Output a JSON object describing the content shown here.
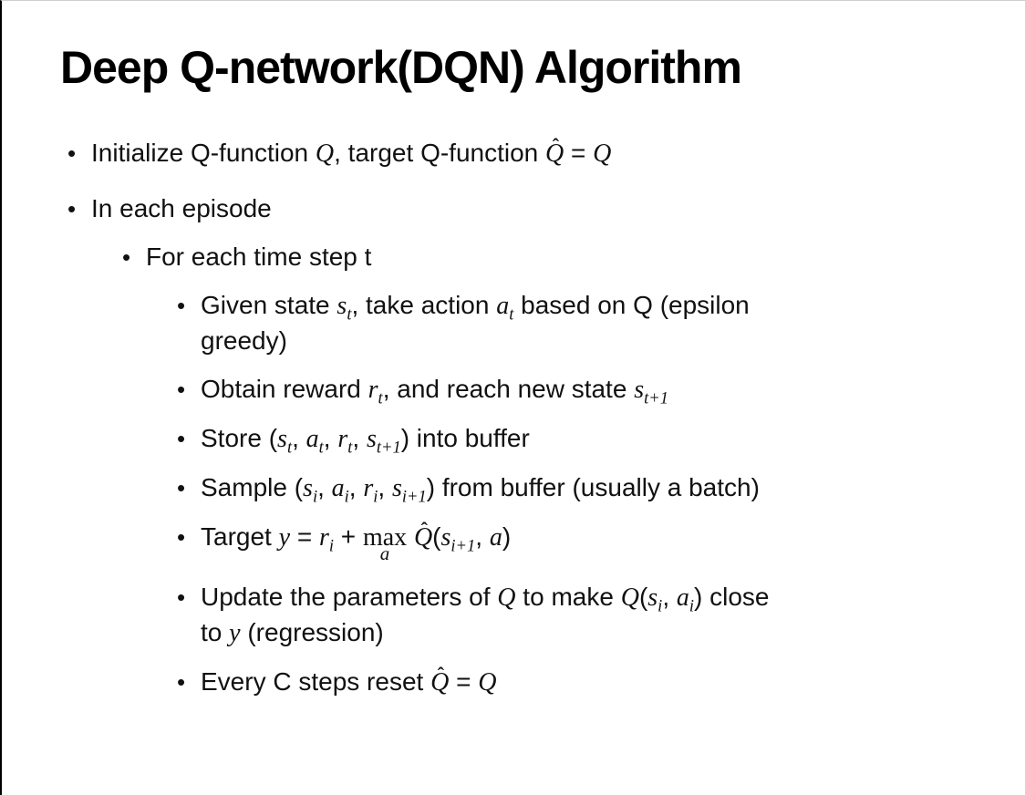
{
  "colors": {
    "background": "#ffffff",
    "text": "#111111",
    "border": "#000000"
  },
  "bullet_glyph": "•",
  "title": "Deep Q-network(DQN) Algorithm",
  "bullets": [
    {
      "level": 1,
      "segments": [
        {
          "type": "t",
          "text": "Initialize Q-function "
        },
        {
          "type": "m",
          "text": "Q"
        },
        {
          "type": "t",
          "text": ", target Q-function "
        },
        {
          "type": "hat",
          "text": "Q"
        },
        {
          "type": "t",
          "text": " = "
        },
        {
          "type": "m",
          "text": "Q"
        }
      ]
    },
    {
      "level": 1,
      "segments": [
        {
          "type": "t",
          "text": "In each episode"
        }
      ]
    },
    {
      "level": 2,
      "segments": [
        {
          "type": "t",
          "text": "For each time step t"
        }
      ]
    },
    {
      "level": 3,
      "segments": [
        {
          "type": "t",
          "text": "Given state "
        },
        {
          "type": "msub",
          "base": "s",
          "sub": "t"
        },
        {
          "type": "t",
          "text": ", take action "
        },
        {
          "type": "msub",
          "base": "a",
          "sub": "t"
        },
        {
          "type": "t",
          "text": " based on Q (epsilon"
        },
        {
          "type": "br"
        },
        {
          "type": "t",
          "text": "greedy)"
        }
      ]
    },
    {
      "level": 3,
      "segments": [
        {
          "type": "t",
          "text": "Obtain reward "
        },
        {
          "type": "msub",
          "base": "r",
          "sub": "t"
        },
        {
          "type": "t",
          "text": ", and reach new state "
        },
        {
          "type": "msub",
          "base": "s",
          "sub": "t+1"
        }
      ]
    },
    {
      "level": 3,
      "segments": [
        {
          "type": "t",
          "text": "Store ("
        },
        {
          "type": "msub",
          "base": "s",
          "sub": "t"
        },
        {
          "type": "t",
          "text": ", "
        },
        {
          "type": "msub",
          "base": "a",
          "sub": "t"
        },
        {
          "type": "t",
          "text": ", "
        },
        {
          "type": "msub",
          "base": "r",
          "sub": "t"
        },
        {
          "type": "t",
          "text": ", "
        },
        {
          "type": "msub",
          "base": "s",
          "sub": "t+1"
        },
        {
          "type": "t",
          "text": ") into buffer"
        }
      ]
    },
    {
      "level": 3,
      "segments": [
        {
          "type": "t",
          "text": "Sample ("
        },
        {
          "type": "msub",
          "base": "s",
          "sub": "i"
        },
        {
          "type": "t",
          "text": ", "
        },
        {
          "type": "msub",
          "base": "a",
          "sub": "i"
        },
        {
          "type": "t",
          "text": ", "
        },
        {
          "type": "msub",
          "base": "r",
          "sub": "i"
        },
        {
          "type": "t",
          "text": ", "
        },
        {
          "type": "msub",
          "base": "s",
          "sub": "i+1"
        },
        {
          "type": "t",
          "text": ") from buffer (usually a batch)"
        }
      ]
    },
    {
      "level": 3,
      "extra_gap": true,
      "segments": [
        {
          "type": "t",
          "text": "Target "
        },
        {
          "type": "m",
          "text": "y"
        },
        {
          "type": "t",
          "text": " = "
        },
        {
          "type": "msub",
          "base": "r",
          "sub": "i"
        },
        {
          "type": "t",
          "text": " + "
        },
        {
          "type": "max",
          "text": "max",
          "under": "a"
        },
        {
          "type": "t",
          "text": " "
        },
        {
          "type": "hat",
          "text": "Q"
        },
        {
          "type": "t",
          "text": "("
        },
        {
          "type": "msub",
          "base": "s",
          "sub": "i+1"
        },
        {
          "type": "t",
          "text": ", "
        },
        {
          "type": "m",
          "text": "a"
        },
        {
          "type": "t",
          "text": ")"
        }
      ]
    },
    {
      "level": 3,
      "segments": [
        {
          "type": "t",
          "text": "Update the parameters of "
        },
        {
          "type": "m",
          "text": "Q"
        },
        {
          "type": "t",
          "text": " to make "
        },
        {
          "type": "m",
          "text": "Q"
        },
        {
          "type": "t",
          "text": "("
        },
        {
          "type": "msub",
          "base": "s",
          "sub": "i"
        },
        {
          "type": "t",
          "text": ", "
        },
        {
          "type": "msub",
          "base": "a",
          "sub": "i"
        },
        {
          "type": "t",
          "text": ") close"
        },
        {
          "type": "br"
        },
        {
          "type": "t",
          "text": "to "
        },
        {
          "type": "m",
          "text": "y"
        },
        {
          "type": "t",
          "text": " (regression)"
        }
      ]
    },
    {
      "level": 3,
      "segments": [
        {
          "type": "t",
          "text": "Every C steps reset "
        },
        {
          "type": "hat",
          "text": "Q"
        },
        {
          "type": "t",
          "text": " = "
        },
        {
          "type": "m",
          "text": "Q"
        }
      ]
    }
  ]
}
